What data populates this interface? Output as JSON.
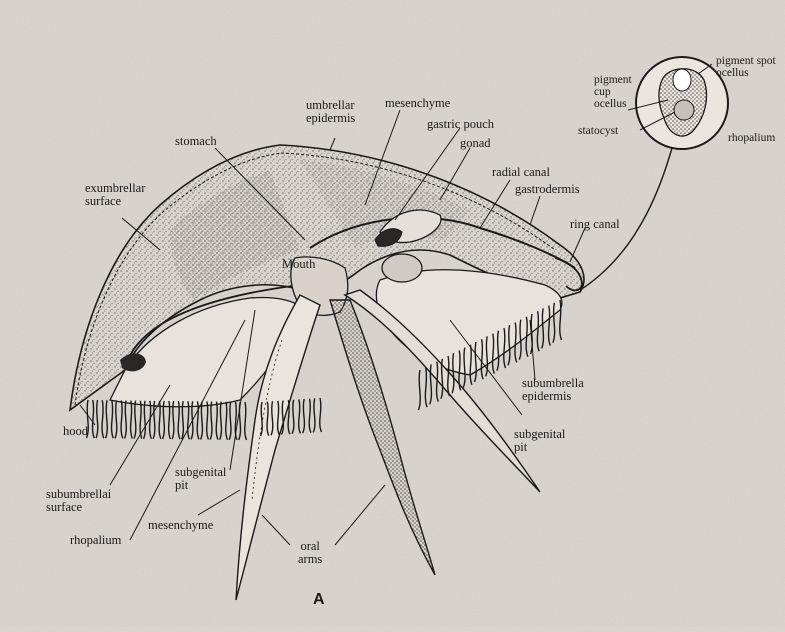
{
  "figure_label": "A",
  "labels": {
    "umbrellar_epidermis": [
      "umbrellar",
      "epidermis"
    ],
    "mesenchyme_top": "mesenchyme",
    "gastric_pouch": "gastric pouch",
    "gonad": "gonad",
    "stomach": "stomach",
    "radial_canal": "radial canal",
    "gastrodermis": "gastrodermis",
    "exumbrellar_surface": [
      "exumbrellar",
      "surface"
    ],
    "mouth": "Mouth",
    "ring_canal": "ring canal",
    "pigment_cup_ocellus": [
      "pigment",
      "cup",
      "ocellus"
    ],
    "pigment_spot_ocellus": [
      "pigment spot",
      "ocellus"
    ],
    "statocyst": "statocyst",
    "rhopalium_inset": "rhopalium",
    "hood": "hood",
    "subumbrella_epidermis": [
      "subumbrella",
      "epidermis"
    ],
    "subgenital_pit_right": [
      "subgenital",
      "pit"
    ],
    "subgenital_pit_left": [
      "subgenital",
      "pit"
    ],
    "subumbrellar_surface": [
      "subumbrellai",
      "surface"
    ],
    "mesenchyme_bottom": "mesenchyme",
    "rhopalium_bottom": "rhopalium",
    "oral_arms": [
      "oral",
      "arms"
    ]
  },
  "colors": {
    "background": "#d9d4cf",
    "ink": "#1a1a1a",
    "stipple": "#8d8a86"
  }
}
